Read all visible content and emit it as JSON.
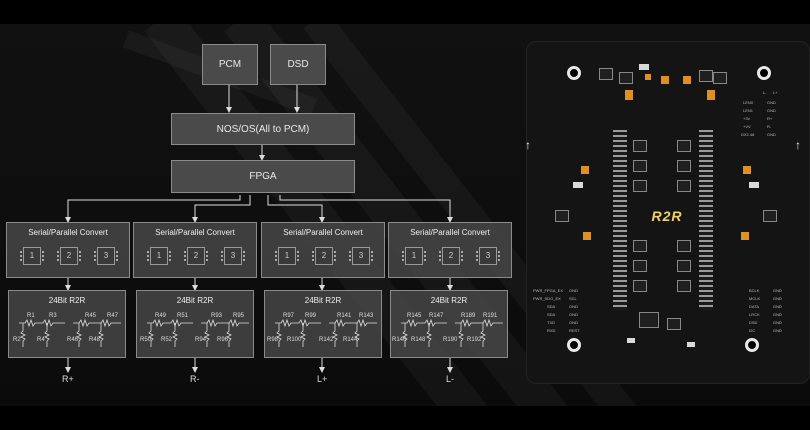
{
  "top_inputs": [
    "PCM",
    "DSD"
  ],
  "nos_label": "NOS/OS(All to PCM)",
  "fpga_label": "FPGA",
  "convert_panels": [
    {
      "title": "Serial/Parallel Convert",
      "chips": [
        "1",
        "2",
        "3"
      ]
    },
    {
      "title": "Serial/Parallel Convert",
      "chips": [
        "1",
        "2",
        "3"
      ]
    },
    {
      "title": "Serial/Parallel Convert",
      "chips": [
        "1",
        "2",
        "3"
      ]
    },
    {
      "title": "Serial/Parallel Convert",
      "chips": [
        "1",
        "2",
        "3"
      ]
    }
  ],
  "r2r_panels": [
    {
      "title": "24Bit R2R",
      "series": [
        "R1",
        "R3",
        "R45",
        "R47"
      ],
      "shunt": [
        "R2",
        "R4",
        "R46",
        "R48"
      ],
      "output": "R+"
    },
    {
      "title": "24Bit R2R",
      "series": [
        "R49",
        "R51",
        "R93",
        "R95"
      ],
      "shunt": [
        "R50",
        "R52",
        "R94",
        "R96"
      ],
      "output": "R-"
    },
    {
      "title": "24Bit R2R",
      "series": [
        "R97",
        "R99",
        "R141",
        "R143"
      ],
      "shunt": [
        "R98",
        "R100",
        "R142",
        "R144"
      ],
      "output": "L+"
    },
    {
      "title": "24Bit R2R",
      "series": [
        "R145",
        "R147",
        "R189",
        "R191"
      ],
      "shunt": [
        "R146",
        "R148",
        "R190",
        "R192"
      ],
      "output": "L-"
    }
  ],
  "pcb": {
    "logo": "R2R",
    "left_labels": [
      "PWR_FPGA_EX",
      "PWR_SDO_EX",
      "SDA",
      "SDA",
      "TXD",
      "RXD"
    ],
    "left_pins": [
      "GND",
      "SCL",
      "GND",
      "GND",
      "GND",
      "REST"
    ],
    "right_top_pins": [
      "L-",
      "L+",
      "GND",
      "GND",
      "R+",
      "R-"
    ],
    "right_top_labels": [
      "LEN0",
      "LEN1",
      "+3V",
      "+VV",
      "GND",
      "DX2.48"
    ],
    "right_labels": [
      "BCLK",
      "MCLK",
      "DATA",
      "LRCK",
      "DSD",
      "I2C"
    ],
    "right_pins": [
      "GND",
      "GND",
      "GND",
      "GND",
      "GND",
      "GND"
    ]
  }
}
